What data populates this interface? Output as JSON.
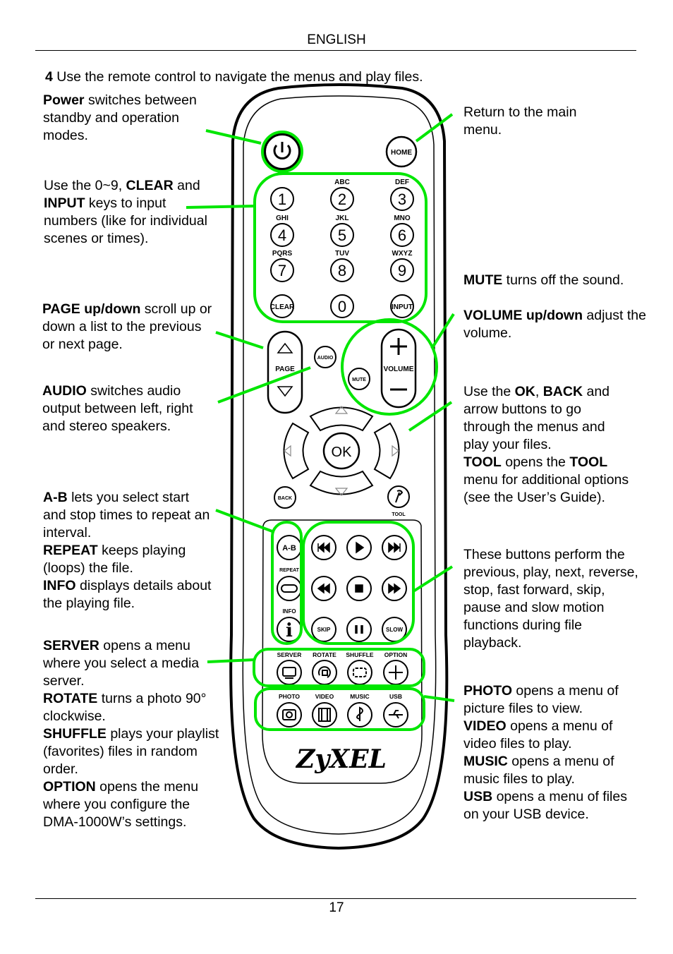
{
  "header": {
    "language": "ENGLISH"
  },
  "step": {
    "number": "4",
    "text": "Use the remote control to navigate the menus and play files."
  },
  "callouts": {
    "power": {
      "bold": "Power",
      "rest": " switches between standby and operation modes."
    },
    "numbers": {
      "p1": "Use the 0~9, ",
      "b1": "CLEAR",
      "p2": " and ",
      "b2": "INPUT",
      "p3": " keys to input numbers (like for individual scenes or times)."
    },
    "page": {
      "bold": "PAGE up/down",
      "rest": " scroll up or down a list to the previous or next page."
    },
    "audio": {
      "bold": "AUDIO",
      "rest": " switches audio output between left, right and stereo speakers."
    },
    "ab": {
      "b1": "A-B",
      "r1": " lets you select start and stop times to repeat an interval.",
      "b2": "REPEAT",
      "r2": " keeps playing (loops) the file.",
      "b3": "INFO",
      "r3": " displays details about the playing file."
    },
    "server": {
      "b1": "SERVER",
      "r1": " opens a menu where you select a media server.",
      "b2": "ROTATE",
      "r2": " turns a photo 90° clockwise.",
      "b3": "SHUFFLE",
      "r3": " plays your playlist (favorites) files in random order.",
      "b4": "OPTION",
      "r4": " opens the menu where you configure the DMA-1000W’s settings."
    },
    "home": {
      "text": "Return to the main menu."
    },
    "mute": {
      "b1": "MUTE",
      "r1": " turns off the sound.",
      "b2": "VOLUME up/down",
      "r2": " adjust the volume."
    },
    "ok": {
      "p1": "Use the ",
      "b1": "OK",
      "p2": ", ",
      "b2": "BACK",
      "p3": " and arrow buttons to go through the menus and play your files.",
      "b3": "TOOL",
      "p4": " opens the ",
      "b4": "TOOL",
      "p5": " menu for additional options (see the User’s Guide)."
    },
    "playback": {
      "text": "These buttons perform the previous, play,  next, reverse, stop, fast forward, skip, pause and slow motion functions during file playback."
    },
    "photo": {
      "b1": "PHOTO",
      "r1": " opens a menu of picture files to view.",
      "b2": "VIDEO",
      "r2": " opens a menu of video files to play.",
      "b3": "MUSIC",
      "r3": " opens a menu of music files to play.",
      "b4": "USB",
      "r4": " opens a menu of files on your USB device."
    }
  },
  "remote": {
    "brand": "ZyXEL",
    "home_label": "HOME",
    "keys": [
      {
        "num": "1",
        "letters": ""
      },
      {
        "num": "2",
        "letters": "ABC"
      },
      {
        "num": "3",
        "letters": "DEF"
      },
      {
        "num": "4",
        "letters": "GHI"
      },
      {
        "num": "5",
        "letters": "JKL"
      },
      {
        "num": "6",
        "letters": "MNO"
      },
      {
        "num": "7",
        "letters": "PQRS"
      },
      {
        "num": "8",
        "letters": "TUV"
      },
      {
        "num": "9",
        "letters": "WXYZ"
      }
    ],
    "clear_label": "CLEAR",
    "zero_label": "0",
    "input_label": "INPUT",
    "page_label": "PAGE",
    "audio_label": "AUDIO",
    "mute_label": "MUTE",
    "volume_label": "VOLUME",
    "ok_label": "OK",
    "back_label": "BACK",
    "tool_label": "TOOL",
    "ab_label": "A-B",
    "repeat_label": "REPEAT",
    "info_label": "INFO",
    "skip_label": "SKIP",
    "slow_label": "SLOW",
    "row1_labels": [
      "SERVER",
      "ROTATE",
      "SHUFFLE",
      "OPTION"
    ],
    "row2_labels": [
      "PHOTO",
      "VIDEO",
      "MUSIC",
      "USB"
    ],
    "highlight_color": "#00e600"
  },
  "footer": {
    "page_number": "17"
  }
}
